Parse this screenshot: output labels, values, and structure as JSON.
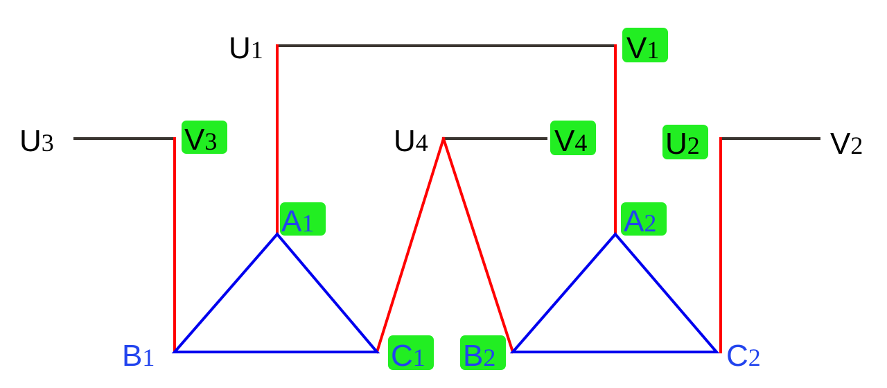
{
  "colors": {
    "background": "#ffffff",
    "wire_black": "#3a3530",
    "wire_red": "#ff0000",
    "wire_blue": "#0000ee",
    "label_black": "#000000",
    "label_blue": "#2244ee",
    "highlight_green": "#22ee22"
  },
  "labels": {
    "U1": {
      "letter": "U",
      "sub": "1",
      "color": "black",
      "highlight": false
    },
    "V1": {
      "letter": "V",
      "sub": "1",
      "color": "black",
      "highlight": true
    },
    "U3": {
      "letter": "U",
      "sub": "3",
      "color": "black",
      "highlight": false
    },
    "V3": {
      "letter": "V",
      "sub": "3",
      "color": "black",
      "highlight": true
    },
    "U4": {
      "letter": "U",
      "sub": "4",
      "color": "black",
      "highlight": false
    },
    "V4": {
      "letter": "V",
      "sub": "4",
      "color": "black",
      "highlight": true
    },
    "U2": {
      "letter": "U",
      "sub": "2",
      "color": "black",
      "highlight": true
    },
    "V2": {
      "letter": "V",
      "sub": "2",
      "color": "black",
      "highlight": false
    },
    "A1": {
      "letter": "A",
      "sub": "1",
      "color": "blue",
      "highlight": true
    },
    "A2": {
      "letter": "A",
      "sub": "2",
      "color": "blue",
      "highlight": true
    },
    "B1": {
      "letter": "B",
      "sub": "1",
      "color": "blue",
      "highlight": false
    },
    "C1": {
      "letter": "C",
      "sub": "1",
      "color": "blue",
      "highlight": true
    },
    "B2": {
      "letter": "B",
      "sub": "2",
      "color": "blue",
      "highlight": true
    },
    "C2": {
      "letter": "C",
      "sub": "2",
      "color": "blue",
      "highlight": false
    }
  },
  "connections": [
    {
      "from": "U1",
      "to": "V1",
      "color": "black"
    },
    {
      "from": "U1",
      "to": "A1",
      "color": "red"
    },
    {
      "from": "V1",
      "to": "A2",
      "color": "red"
    },
    {
      "from": "U3",
      "to": "V3",
      "color": "black"
    },
    {
      "from": "V3",
      "to": "B1",
      "color": "red"
    },
    {
      "from": "U4",
      "to": "V4",
      "color": "black"
    },
    {
      "from": "U4",
      "to": "C1",
      "color": "red"
    },
    {
      "from": "U4",
      "to": "B2",
      "color": "red"
    },
    {
      "from": "U2",
      "to": "V2",
      "color": "black"
    },
    {
      "from": "U2",
      "to": "C2",
      "color": "red"
    },
    {
      "from": "A1",
      "to": "B1",
      "color": "blue"
    },
    {
      "from": "A1",
      "to": "C1",
      "color": "blue"
    },
    {
      "from": "B1",
      "to": "C1",
      "color": "blue"
    },
    {
      "from": "A2",
      "to": "B2",
      "color": "blue"
    },
    {
      "from": "A2",
      "to": "C2",
      "color": "blue"
    },
    {
      "from": "B2",
      "to": "C2",
      "color": "blue"
    }
  ]
}
